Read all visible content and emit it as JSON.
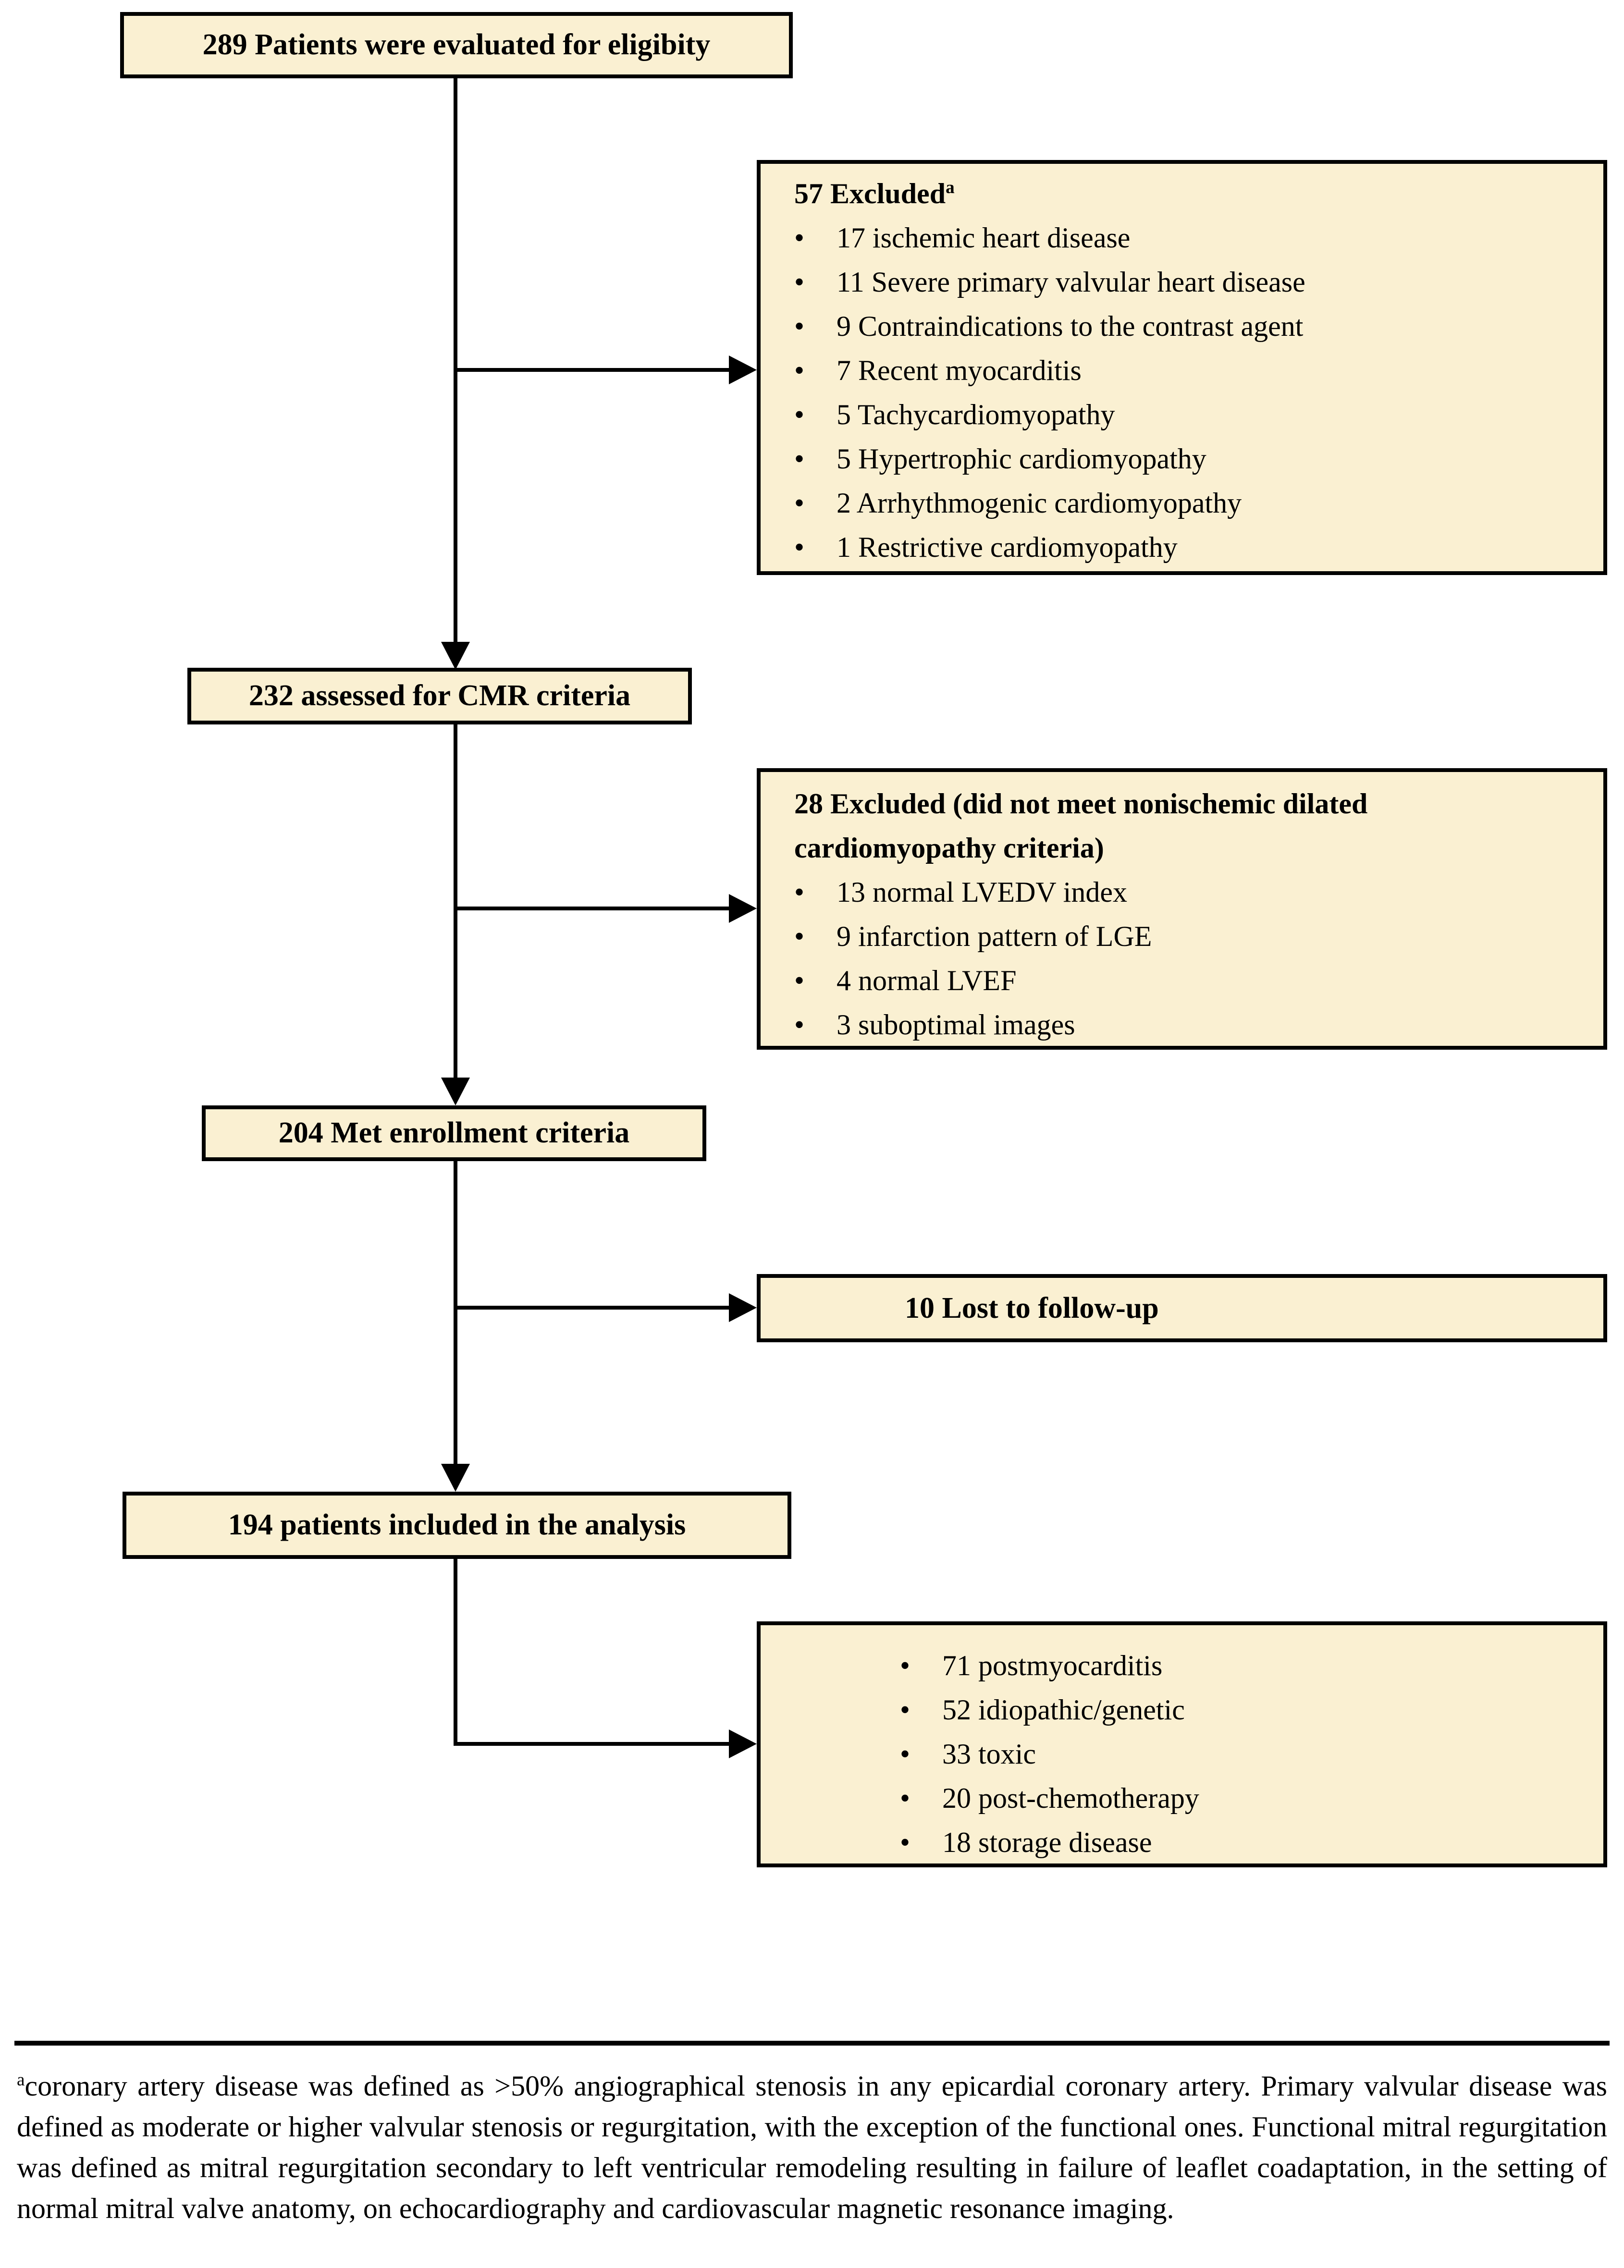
{
  "ui": {
    "bullet_char": "•"
  },
  "colors": {
    "box_fill": "#FAF0D2",
    "box_border": "#000000",
    "background": "#FFFFFF"
  },
  "flowchart": {
    "top_box": {
      "label": "289 Patients were evaluated for eligibity"
    },
    "excluded_box_1": {
      "title": "57 Excluded",
      "title_superscript": "a",
      "items": [
        "17 ischemic heart disease",
        "11 Severe primary valvular heart disease",
        "9 Contraindications to the contrast agent",
        "7 Recent myocarditis",
        "5 Tachycardiomyopathy",
        "5 Hypertrophic cardiomyopathy",
        "2 Arrhythmogenic cardiomyopathy",
        "1 Restrictive cardiomyopathy"
      ]
    },
    "cmr_box": {
      "label": "232 assessed for CMR criteria"
    },
    "excluded_box_2": {
      "title": "28 Excluded (did not meet nonischemic dilated cardiomyopathy criteria)",
      "items": [
        "13 normal LVEDV index",
        "9 infarction pattern of LGE",
        "4 normal LVEF",
        "3 suboptimal images"
      ]
    },
    "enrollment_box": {
      "label": "204 Met enrollment criteria"
    },
    "lost_box": {
      "label": "10 Lost to follow-up"
    },
    "analysis_box": {
      "label": "194 patients included in the analysis"
    },
    "etiology_box": {
      "items": [
        "71 postmyocarditis",
        "52 idiopathic/genetic",
        "33 toxic",
        "20 post-chemotherapy",
        "18 storage disease"
      ]
    }
  },
  "footnote": {
    "marker": "a",
    "text": "coronary artery disease was defined as >50% angiographical stenosis in any epicardial coronary artery. Primary valvular disease was defined as moderate or higher valvular stenosis or regurgitation, with the exception of the functional ones. Functional mitral regurgitation was defined as mitral regurgitation secondary to left ventricular remodeling resulting in failure of leaflet coadaptation, in the setting of normal mitral valve anatomy, on echocardiography and cardiovascular magnetic resonance imaging."
  }
}
